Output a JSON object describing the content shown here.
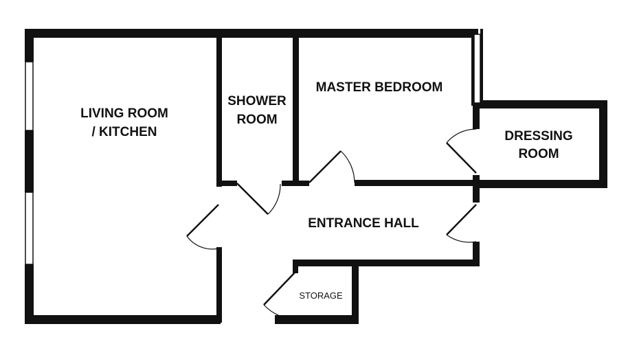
{
  "colors": {
    "wall": "#111111",
    "background": "#ffffff",
    "window_fill": "#ffffff",
    "window_line": "#111111"
  },
  "rooms": {
    "living_room": {
      "line1": "LIVING ROOM",
      "line2": "/ KITCHEN"
    },
    "shower_room": {
      "line1": "SHOWER",
      "line2": "ROOM"
    },
    "master_bedroom": {
      "label": "MASTER BEDROOM"
    },
    "dressing_room": {
      "line1": "DRESSING",
      "line2": "ROOM"
    },
    "entrance_hall": {
      "label": "ENTRANCE HALL"
    },
    "storage": {
      "label": "STORAGE"
    }
  }
}
